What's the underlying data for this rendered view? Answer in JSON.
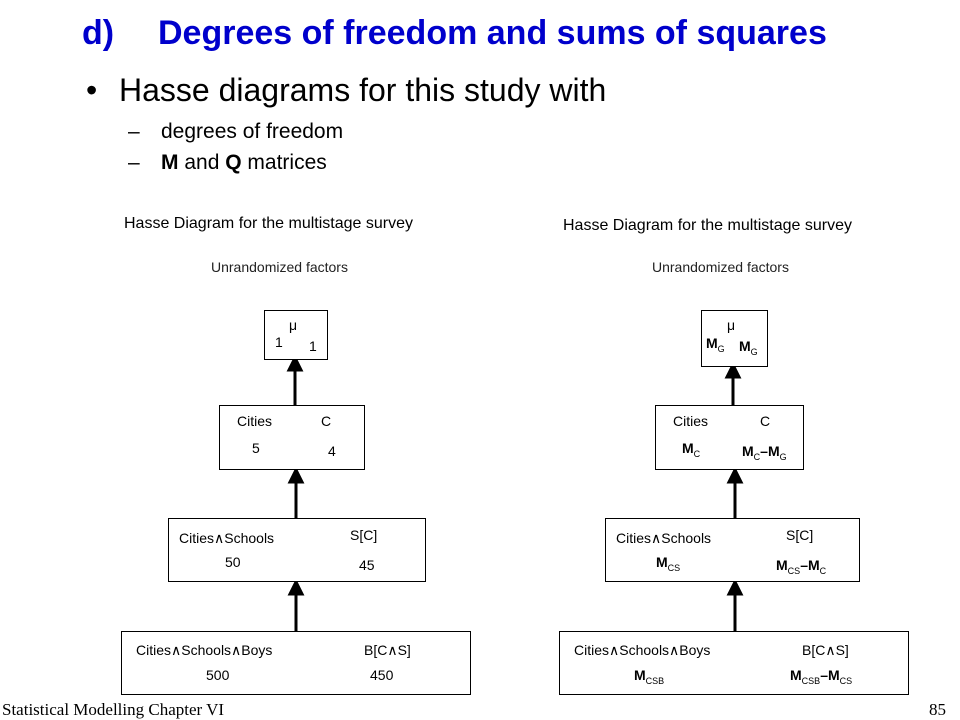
{
  "slide": {
    "title_num": "d)",
    "title_text": "Degrees of freedom and sums of squares",
    "bullet": "Hasse diagrams for this study with",
    "sub1": "degrees of freedom",
    "sub2_m": "M",
    "sub2_and": " and ",
    "sub2_q": "Q",
    "sub2_rest": " matrices",
    "footer_left": "Statistical Modelling   Chapter VI",
    "page_number": "85"
  },
  "diagrams": {
    "title": "Hasse Diagram for the multistage survey",
    "subtitle": "Unrandomized factors",
    "left": {
      "mu": "μ",
      "mu_a": "1",
      "mu_b": "1",
      "c_name": "Cities",
      "c_short": "C",
      "c_a": "5",
      "c_b": "4",
      "s_name": "Cities∧Schools",
      "s_short": "S[C]",
      "s_a": "50",
      "s_b": "45",
      "b_name": "Cities∧Schools∧Boys",
      "b_short": "B[C∧S]",
      "b_a": "500",
      "b_b": "450"
    },
    "right": {
      "mu": "μ",
      "M": "M",
      "minus": "–",
      "G": "G",
      "C": "C",
      "CS": "CS",
      "CSB": "CSB",
      "c_name": "Cities",
      "c_short": "C",
      "s_name": "Cities∧Schools",
      "s_short": "S[C]",
      "b_name": "Cities∧Schools∧Boys",
      "b_short": "B[C∧S]"
    }
  }
}
